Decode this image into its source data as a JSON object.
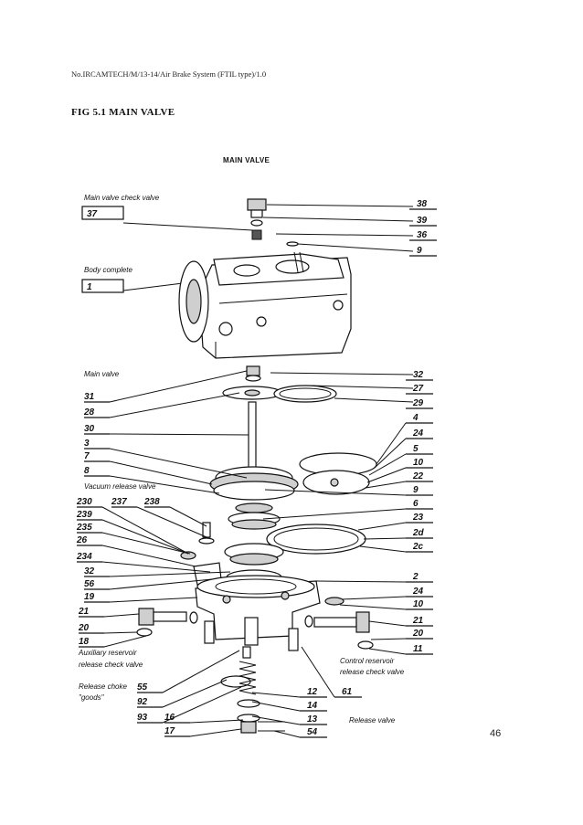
{
  "document": {
    "header_ref": "No.IRCAMTECH/M/13-14/Air Brake System (FTIL type)/1.0",
    "figure_title": "FIG 5.1 MAIN VALVE",
    "page_number": "46"
  },
  "diagram": {
    "title": "MAIN VALVE",
    "group_labels": {
      "check_valve": "Main valve check valve",
      "body": "Body complete",
      "main_valve": "Main valve",
      "vacuum_release": "Vacuum release valve",
      "aux_reservoir": "Auxiliary reservoir release check valve",
      "control_reservoir": "Control reservoir release check valve",
      "release_choke": "Release choke \"goods\"",
      "release_valve": "Release valve"
    },
    "boxed_numbers": {
      "check_valve": "37",
      "body": "1"
    },
    "left_callouts": [
      "31",
      "28",
      "30",
      "3",
      "7",
      "8",
      "230",
      "237",
      "238",
      "239",
      "235",
      "26",
      "234",
      "32",
      "56",
      "19",
      "21",
      "20",
      "18",
      "55",
      "92",
      "93",
      "16",
      "17"
    ],
    "right_callouts": [
      "38",
      "39",
      "36",
      "9",
      "32",
      "27",
      "29",
      "4",
      "24",
      "5",
      "10",
      "22",
      "9",
      "6",
      "23",
      "2d",
      "2c",
      "2",
      "24",
      "10",
      "21",
      "20",
      "11",
      "61",
      "12",
      "14",
      "13",
      "54"
    ]
  }
}
